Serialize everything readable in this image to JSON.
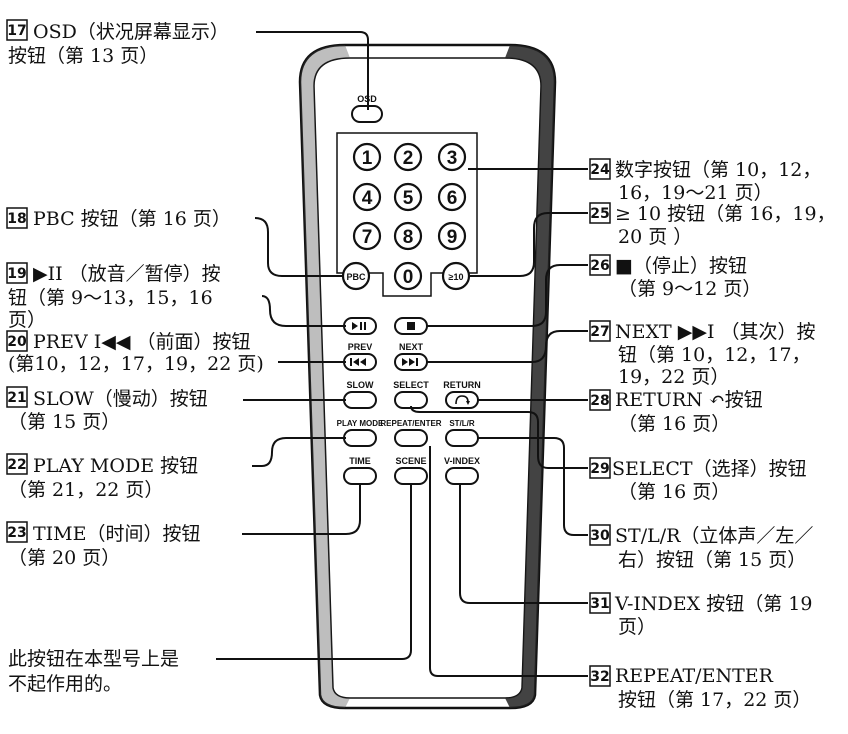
{
  "remote": {
    "top_label": "OSD",
    "digits": [
      "1",
      "2",
      "3",
      "4",
      "5",
      "6",
      "7",
      "8",
      "9",
      "0"
    ],
    "pbc": "PBC",
    "ge10": "≥10",
    "prev": "PREV",
    "next": "NEXT",
    "slow": "SLOW",
    "select": "SELECT",
    "return": "RETURN",
    "play_mode": "PLAY MODE",
    "repeat_enter": "REPEAT/ENTER",
    "stlr": "ST/L/R",
    "time": "TIME",
    "scene": "SCENE",
    "vindex": "V-INDEX"
  },
  "callouts": {
    "c17": {
      "num": "17",
      "line1": "OSD（状况屏幕显示）",
      "line2": "按钮（第 13 页）"
    },
    "c18": {
      "num": "18",
      "line1": "PBC 按钮（第 16 页）"
    },
    "c19": {
      "num": "19",
      "line1": "▶II （放音／暂停）按",
      "line2": "钮（第 9～13，15，16",
      "line3": "页）"
    },
    "c20": {
      "num": "20",
      "line1": "PREV I◀◀ （前面）按钮",
      "line2": "(第10，12，17，19，22 页)"
    },
    "c21": {
      "num": "21",
      "line1": "SLOW（慢动）按钮",
      "line2": "（第 15 页）"
    },
    "c22": {
      "num": "22",
      "line1": "PLAY MODE 按钮",
      "line2": "（第 21，22 页）"
    },
    "c23": {
      "num": "23",
      "line1": "TIME（时间）按钮",
      "line2": "（第 20 页）"
    },
    "c24": {
      "num": "24",
      "line1": "数字按钮（第 10，12，",
      "line2": "16，19～21 页）"
    },
    "c25": {
      "num": "25",
      "line1": "≥ 10 按钮（第 16，19，",
      "line2": "20 页 ）"
    },
    "c26": {
      "num": "26",
      "line1": "■（停止）按钮",
      "line2": "（第 9～12 页）"
    },
    "c27": {
      "num": "27",
      "line1": "NEXT ▶▶I （其次）按",
      "line2": "钮（第 10，12，17，",
      "line3": "19，22 页）"
    },
    "c28": {
      "num": "28",
      "line1": "RETURN ↶按钮",
      "line2": "（第 16 页）"
    },
    "c29": {
      "num": "29",
      "line1": "SELECT（选择）按钮",
      "line2": "（第 16 页）"
    },
    "c30": {
      "num": "30",
      "line1": "ST/L/R（立体声／左／",
      "line2": "右）按钮（第 15 页）"
    },
    "c31": {
      "num": "31",
      "line1": "V-INDEX 按钮（第 19",
      "line2": "页）"
    },
    "c32": {
      "num": "32",
      "line1": "REPEAT/ENTER",
      "line2": "按钮（第 17，22 页）"
    },
    "note": {
      "line1": "此按钮在本型号上是",
      "line2": "不起作用的。"
    }
  }
}
